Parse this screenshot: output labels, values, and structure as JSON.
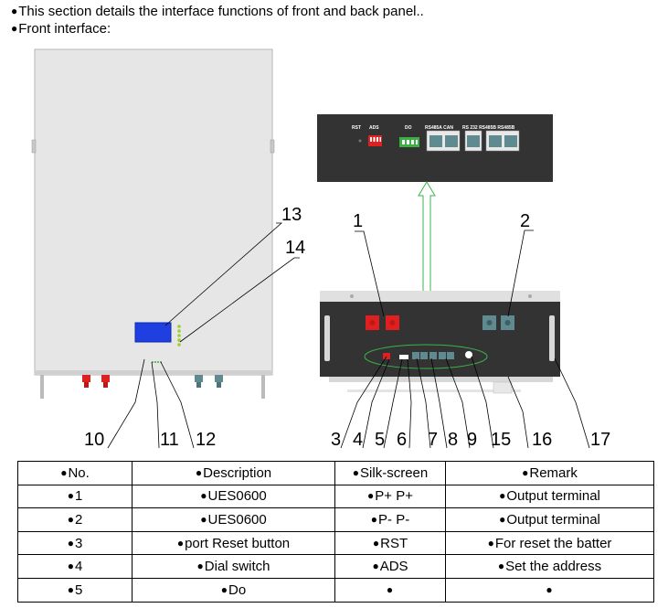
{
  "intro": {
    "line1": "This section details the interface functions of front and back panel..",
    "line2": "Front interface:"
  },
  "back_panel": {
    "labels": {
      "rst": "RST",
      "ads": "ADS",
      "do": "DO",
      "rs485a_can": "RS485A CAN",
      "rs232_rs485b": "RS 232 RS485B RS485B"
    }
  },
  "callouts": [
    "13",
    "14",
    "1",
    "2",
    "10",
    "11",
    "12",
    "3",
    "4",
    "5",
    "6",
    "7",
    "8",
    "9",
    "15",
    "16",
    "17"
  ],
  "table": {
    "headers": [
      "No.",
      "Description",
      "Silk-screen",
      "Remark"
    ],
    "rows": [
      [
        "1",
        "UES0600",
        "P+ P+",
        "Output terminal"
      ],
      [
        "2",
        "UES0600",
        "P- P-",
        "Output terminal"
      ],
      [
        "3",
        "port Reset button",
        "RST",
        "For reset the batter"
      ],
      [
        "4",
        "Dial switch",
        "ADS",
        "Set the address"
      ],
      [
        "5",
        "Do",
        "",
        ""
      ]
    ]
  },
  "colors": {
    "panel_dark": "#333333",
    "cabinet": "#e6e6e6",
    "red_terminal": "#e02020",
    "teal_terminal": "#5f8a8f",
    "lcd_blue": "#1f3fe0",
    "arrow_green": "#39b54a"
  }
}
